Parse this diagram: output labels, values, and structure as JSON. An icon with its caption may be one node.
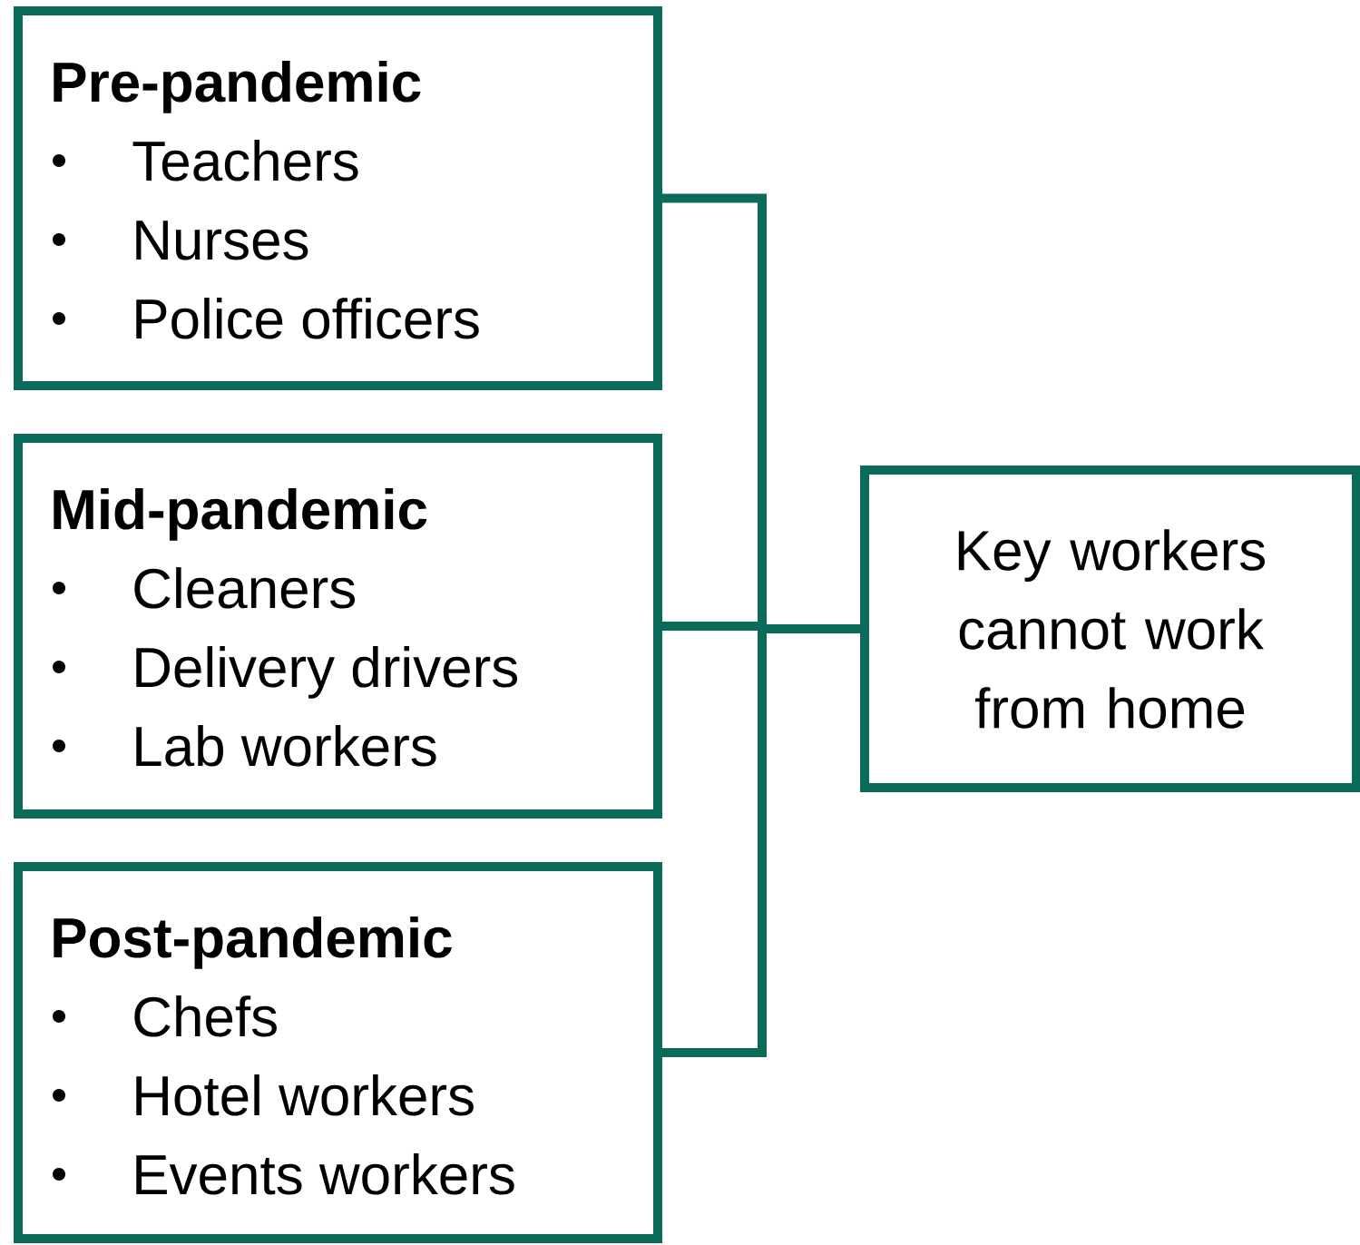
{
  "diagram": {
    "nodes": [
      {
        "text": [
          "Pre-pandemic",
          "Teachers",
          "Nurses",
          "Police officers"
        ]
      },
      {
        "text": [
          "Mid-pandemic",
          "Cleaners",
          "Delivery drivers",
          "Lab workers"
        ]
      },
      {
        "text": [
          "Post-pandemic",
          "Chefs",
          "Hotel workers",
          "Events workers"
        ]
      },
      {
        "text": [
          "Key workers cannot work from home"
        ]
      }
    ],
    "edges": [
      {
        "from": 0,
        "to": 3,
        "arrow": "none"
      },
      {
        "from": 1,
        "to": 3,
        "arrow": "none"
      },
      {
        "from": 2,
        "to": 3,
        "arrow": "none"
      }
    ]
  }
}
